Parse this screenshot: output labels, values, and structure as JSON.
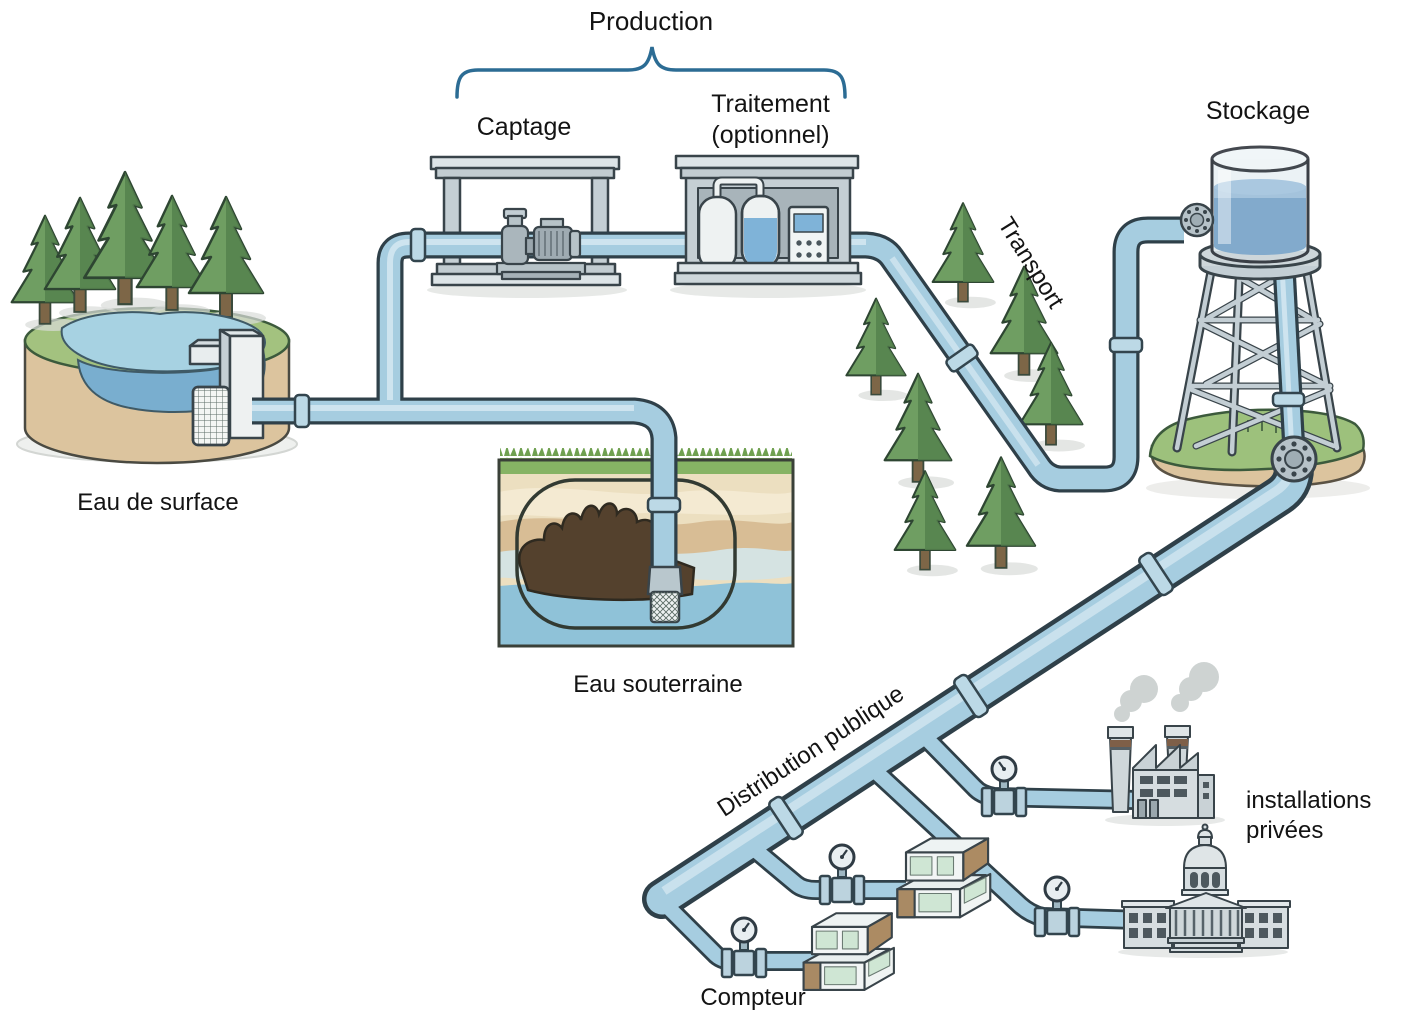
{
  "diagram": {
    "labels": {
      "production": "Production",
      "captage": "Captage",
      "traitement": "Traitement",
      "traitement_note": "(optionnel)",
      "stockage": "Stockage",
      "transport": "Transport",
      "eau_de_surface": "Eau de surface",
      "eau_souterraine": "Eau souterraine",
      "distribution_publique": "Distribution publique",
      "compteur": "Compteur",
      "installations_privees_line1": "installations",
      "installations_privees_line2": "privées"
    },
    "colors": {
      "pipe_fill": "#a6cde0",
      "pipe_outline": "#2f4049",
      "pipe_highlight": "#d8eaf2",
      "pond_water_light": "#a7d2e2",
      "pond_water_deep": "#79aecf",
      "groundwater": "#8fc2d8",
      "grass": "#9dc17c",
      "soil": "#dcc49e",
      "tree_green": "#6f9e62",
      "tree_green_dark": "#55814d",
      "building_gray": "#c5cfd4",
      "cave_brown": "#54412d",
      "brace_blue": "#2c6c94",
      "text": "#131313"
    },
    "icons": [
      "pine-tree",
      "surface-water-pond",
      "intake-screen",
      "well-screen",
      "pump",
      "treatment-tanks",
      "control-panel",
      "water-tower",
      "flange",
      "water-meter-gauge",
      "house",
      "factory",
      "smoke",
      "capitol-building",
      "curly-brace"
    ]
  }
}
